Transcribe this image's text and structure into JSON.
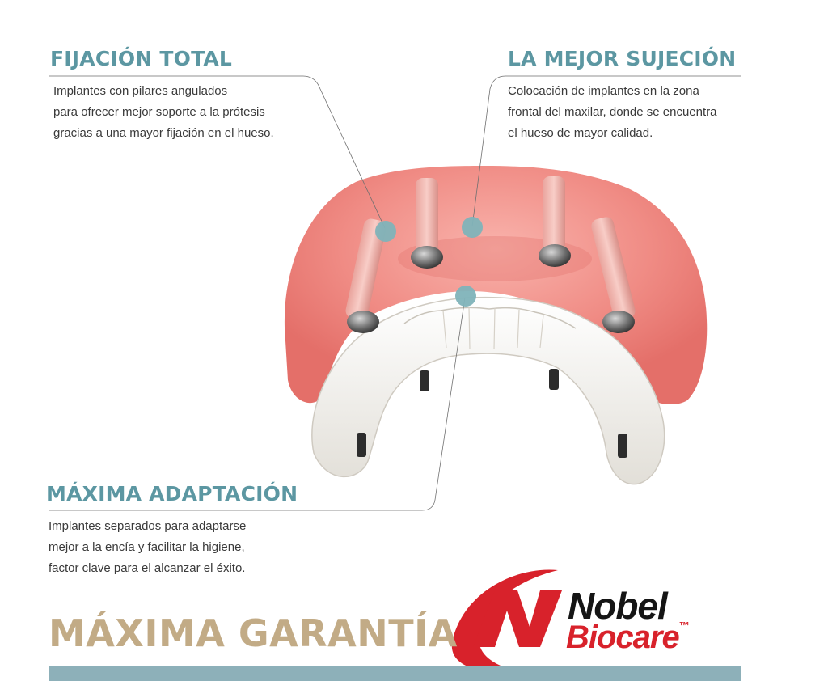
{
  "features": [
    {
      "title": "FIJACIÓN TOTAL",
      "lines": [
        "Implantes con pilares angulados",
        "para ofrecer mejor soporte a la prótesis",
        "gracias a una mayor fijación en el hueso."
      ]
    },
    {
      "title": "LA MEJOR SUJECIÓN",
      "lines": [
        "Colocación de implantes en la zona",
        "frontal del maxilar, donde se encuentra",
        "el hueso de mayor calidad."
      ]
    },
    {
      "title": "MÁXIMA ADAPTACIÓN",
      "lines": [
        "Implantes separados para adaptarse",
        "mejor a la encía y facilitar la higiene,",
        "factor clave para el alcanzar el éxito."
      ]
    }
  ],
  "guarantee": "MÁXIMA GARANTÍA",
  "brand": {
    "line1": "Nobel",
    "line2": "Biocare",
    "trademark": "™"
  },
  "colors": {
    "heading": "#5c97a2",
    "guarantee": "#c2ab86",
    "bar": "#8db0b9",
    "brand_red": "#d8222b",
    "gum": "#f28a84"
  }
}
